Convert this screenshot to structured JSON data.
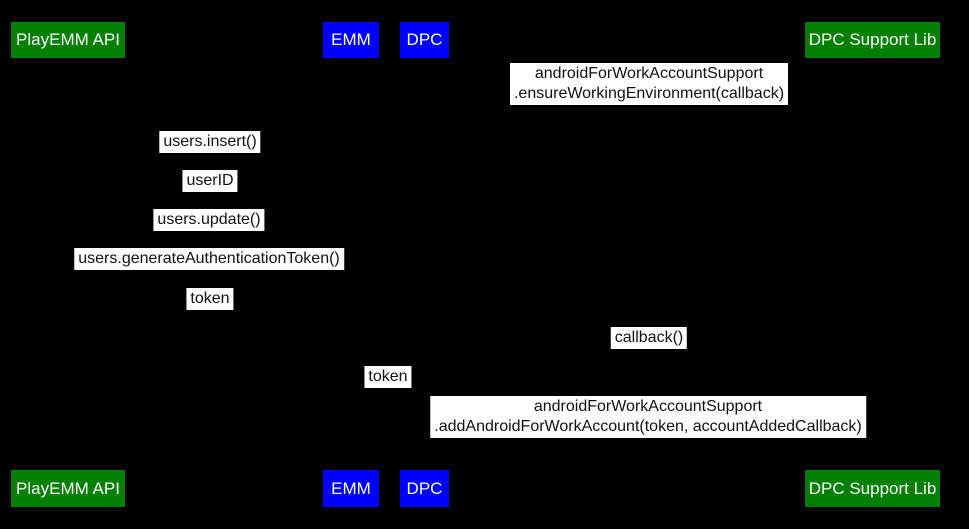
{
  "diagram": {
    "type": "sequence",
    "background": "#000000",
    "message_bg": "#ffffff",
    "message_fg": "#111111",
    "actor_text_color": "#ffffff",
    "actor_colors": {
      "green": "#008000",
      "blue": "#0000ff"
    }
  },
  "actors": [
    {
      "label": "PlayEMM API",
      "color": "#008000"
    },
    {
      "label": "EMM",
      "color": "#0000ff"
    },
    {
      "label": "DPC",
      "color": "#0000ff"
    },
    {
      "label": "DPC Support Lib",
      "color": "#008000"
    }
  ],
  "messages": [
    {
      "between": [
        "DPC",
        "DPC Support Lib"
      ],
      "line1": "androidForWorkAccountSupport",
      "line2": ".ensureWorkingEnvironment(callback)"
    },
    {
      "between": [
        "PlayEMM API",
        "EMM"
      ],
      "label": "users.insert()"
    },
    {
      "between": [
        "PlayEMM API",
        "EMM"
      ],
      "label": "userID"
    },
    {
      "between": [
        "PlayEMM API",
        "EMM"
      ],
      "label": "users.update()"
    },
    {
      "between": [
        "PlayEMM API",
        "EMM"
      ],
      "label": "users.generateAuthenticationToken()"
    },
    {
      "between": [
        "PlayEMM API",
        "EMM"
      ],
      "label": "token"
    },
    {
      "between": [
        "DPC",
        "DPC Support Lib"
      ],
      "label": "callback()"
    },
    {
      "between": [
        "EMM",
        "DPC"
      ],
      "label": "token"
    },
    {
      "between": [
        "DPC",
        "DPC Support Lib"
      ],
      "line1": "androidForWorkAccountSupport",
      "line2": ".addAndroidForWorkAccount(token, accountAddedCallback)"
    }
  ]
}
